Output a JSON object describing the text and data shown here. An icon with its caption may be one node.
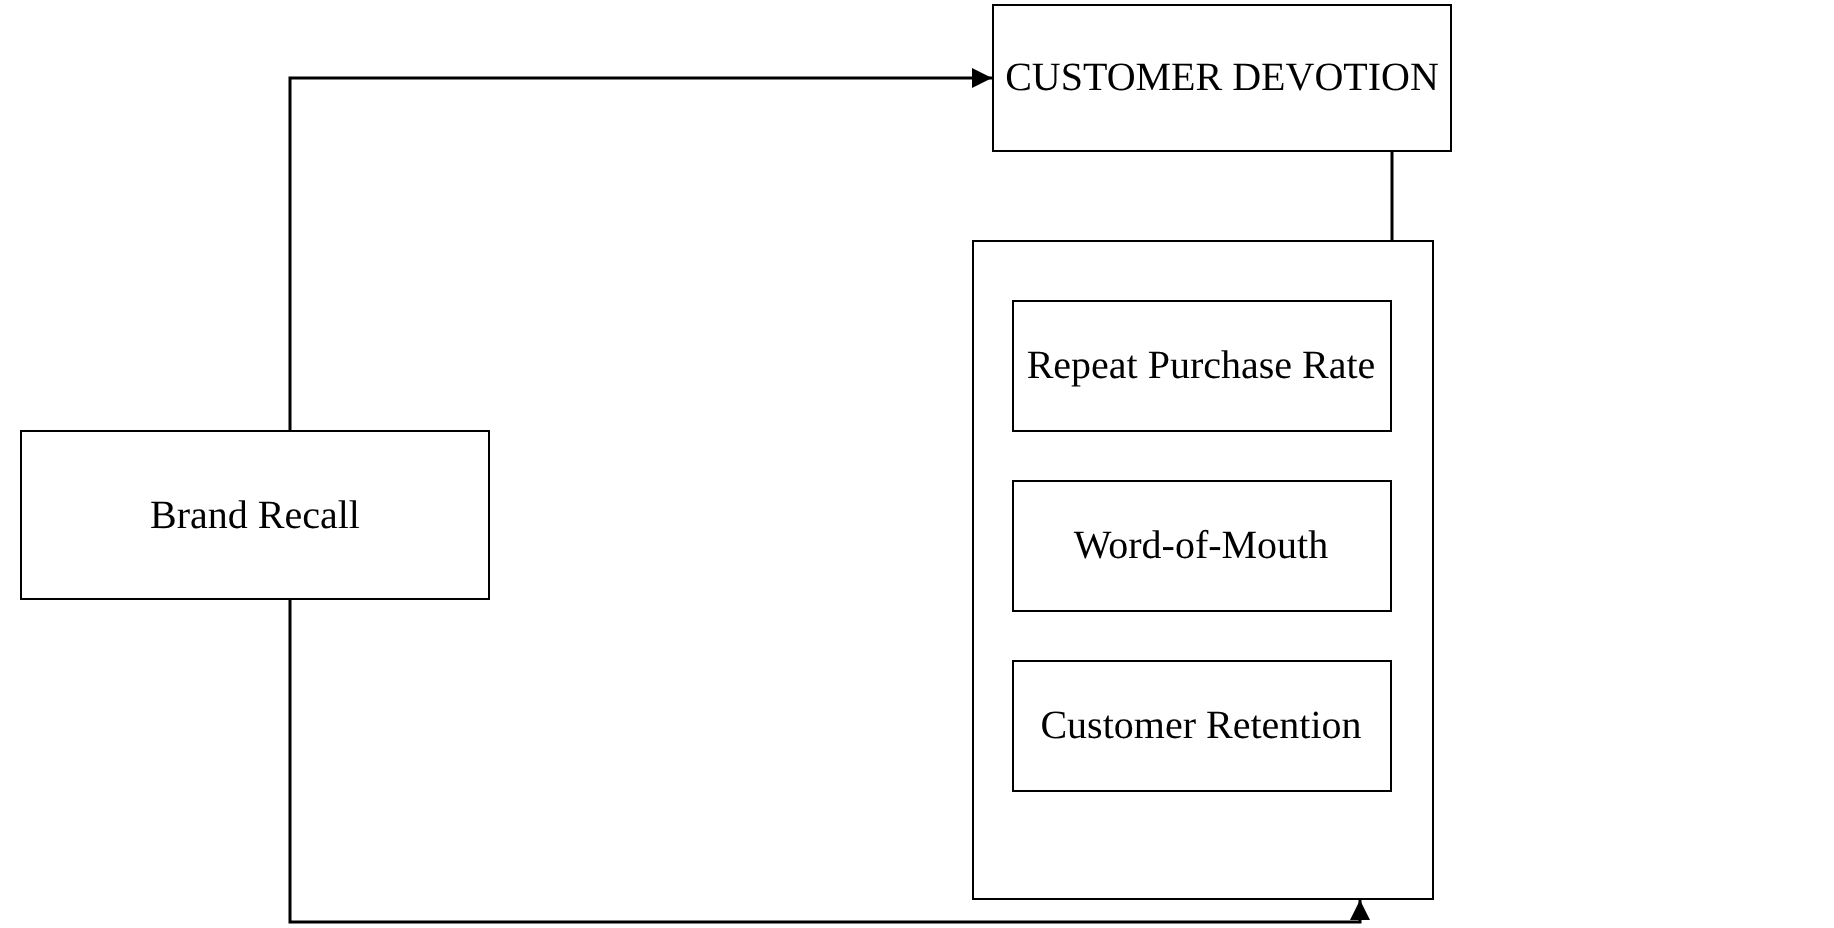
{
  "diagram": {
    "nodes": [
      {
        "text": [
          "Brand Recall"
        ]
      },
      {
        "text": [
          "CUSTOMER DEVOTION"
        ]
      },
      {
        "text": [],
        "shape": "box"
      },
      {
        "text": [
          "Repeat Purchase Rate"
        ],
        "in": 2
      },
      {
        "text": [
          "Word-of-Mouth"
        ],
        "in": 2
      },
      {
        "text": [
          "Customer Retention"
        ],
        "in": 2
      }
    ],
    "edges": [
      {
        "from": 0,
        "to": 1,
        "arrow": "to"
      },
      {
        "from": 1,
        "to": 2,
        "arrow": "none"
      },
      {
        "from": 0,
        "to": 2,
        "arrow": "to"
      }
    ]
  }
}
